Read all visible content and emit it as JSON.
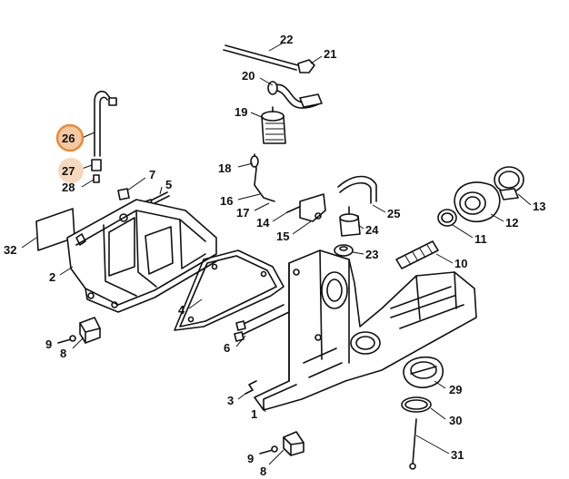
{
  "callouts": [
    {
      "id": "1",
      "text": "1"
    },
    {
      "id": "2",
      "text": "2"
    },
    {
      "id": "3",
      "text": "3"
    },
    {
      "id": "4",
      "text": "4"
    },
    {
      "id": "5",
      "text": "5"
    },
    {
      "id": "6",
      "text": "6"
    },
    {
      "id": "7",
      "text": "7"
    },
    {
      "id": "8a",
      "text": "8"
    },
    {
      "id": "8b",
      "text": "8"
    },
    {
      "id": "9a",
      "text": "9"
    },
    {
      "id": "9b",
      "text": "9"
    },
    {
      "id": "10",
      "text": "10"
    },
    {
      "id": "11",
      "text": "11"
    },
    {
      "id": "12",
      "text": "12"
    },
    {
      "id": "13",
      "text": "13"
    },
    {
      "id": "14",
      "text": "14"
    },
    {
      "id": "15",
      "text": "15"
    },
    {
      "id": "16",
      "text": "16"
    },
    {
      "id": "17",
      "text": "17"
    },
    {
      "id": "18",
      "text": "18"
    },
    {
      "id": "19",
      "text": "19"
    },
    {
      "id": "20",
      "text": "20"
    },
    {
      "id": "21",
      "text": "21"
    },
    {
      "id": "22",
      "text": "22"
    },
    {
      "id": "23",
      "text": "23"
    },
    {
      "id": "24",
      "text": "24"
    },
    {
      "id": "25",
      "text": "25"
    },
    {
      "id": "26",
      "text": "26"
    },
    {
      "id": "27",
      "text": "27"
    },
    {
      "id": "28",
      "text": "28"
    },
    {
      "id": "29",
      "text": "29"
    },
    {
      "id": "30",
      "text": "30"
    },
    {
      "id": "31",
      "text": "31"
    },
    {
      "id": "32",
      "text": "32"
    }
  ],
  "highlighted": [
    "26",
    "27"
  ],
  "colors": {
    "highlight_stroke": "#e88a3a",
    "highlight_fill": "#f3c9a2",
    "line": "#111111",
    "background": "#ffffff"
  }
}
